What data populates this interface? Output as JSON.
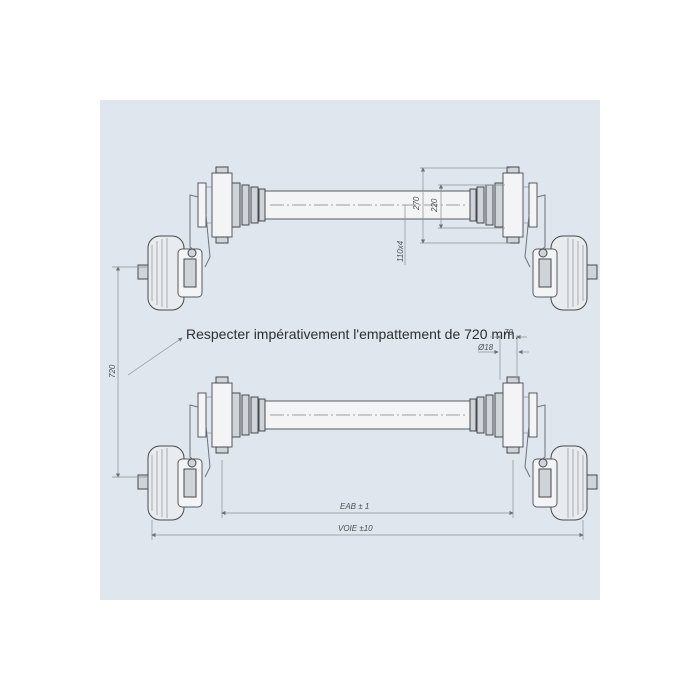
{
  "drawing": {
    "note": "Respecter impérativement l'empattement de 720 mm.",
    "dims": {
      "wheelbase": "720",
      "hub_270": "270",
      "hub_220": "220",
      "bolt_pattern": "110x4",
      "flange_70": "70",
      "hole_d18": "Ø18",
      "eab": "EAB ± 1",
      "voie": "VOIE ±10"
    }
  },
  "colors": {
    "background_panel": "#dfe6ed",
    "line": "#6d7278"
  }
}
